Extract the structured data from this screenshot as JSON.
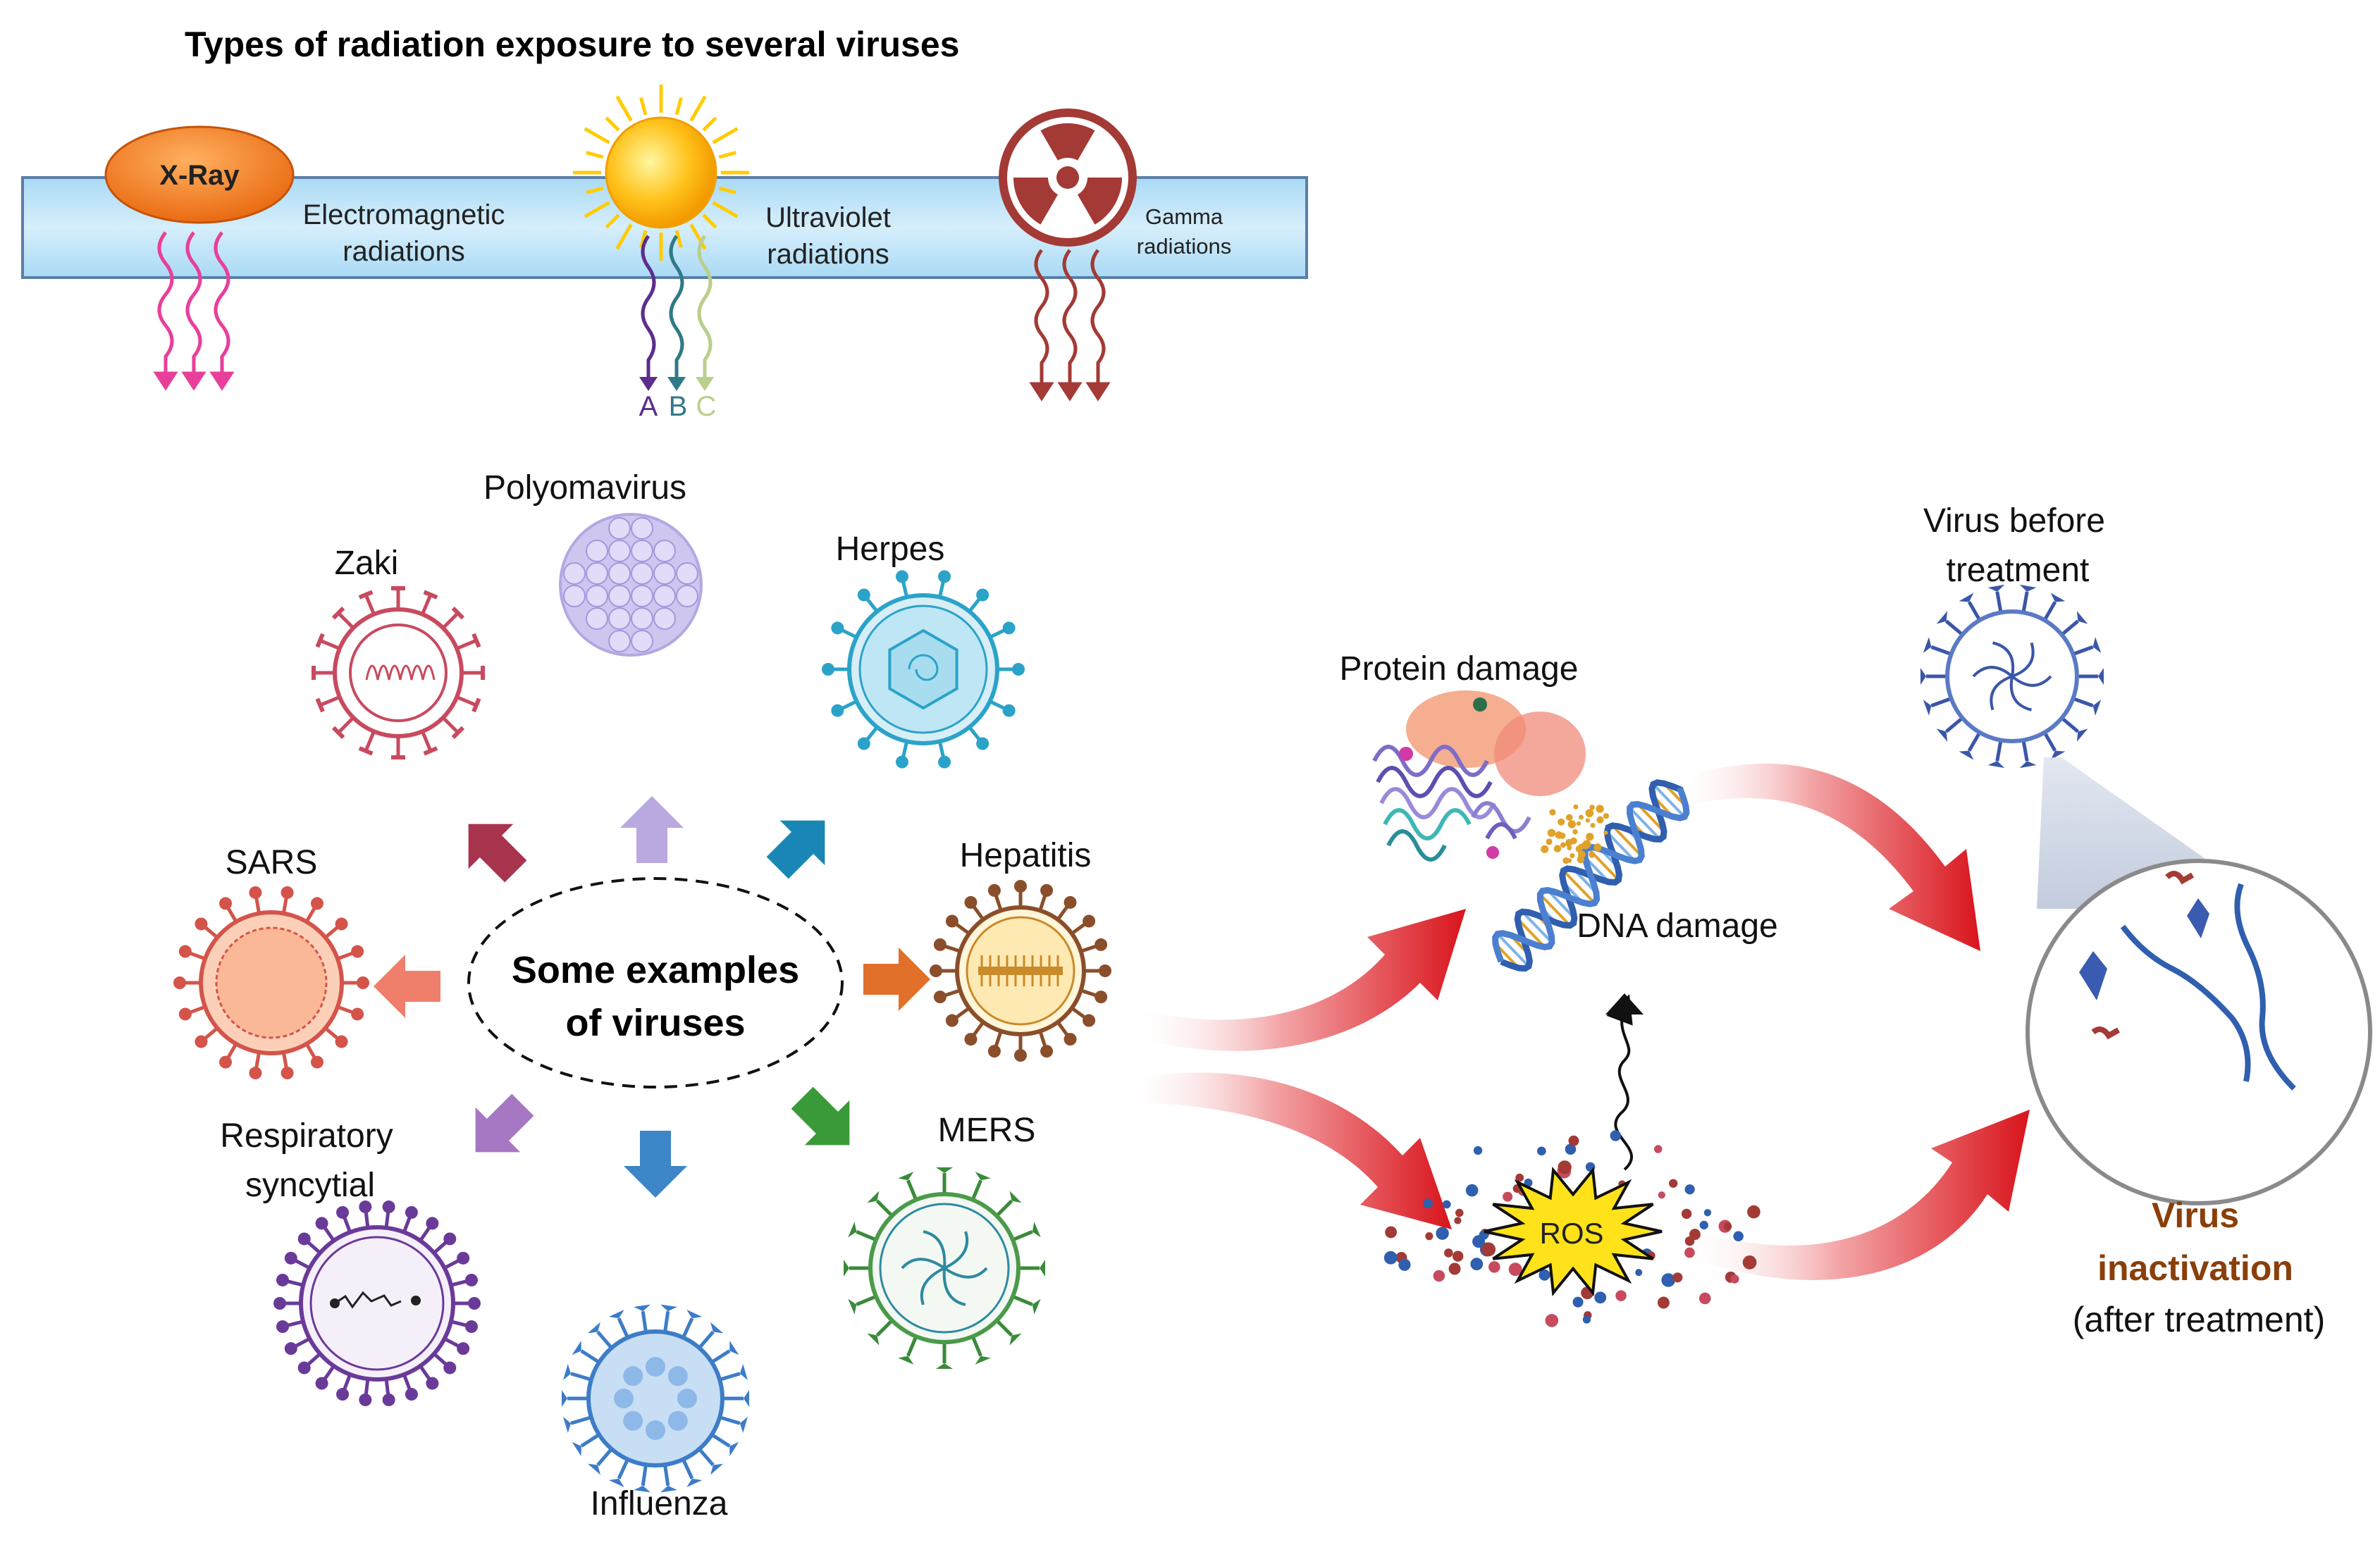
{
  "title": "Types of radiation exposure to several viruses",
  "radiation": {
    "xray": "X-Ray",
    "em_line1": "Electromagnetic",
    "em_line2": "radiations",
    "uv_line1": "Ultraviolet",
    "uv_line2": "radiations",
    "uv_letters": [
      "A",
      "B",
      "C"
    ],
    "gamma_line1": "Gamma",
    "gamma_line2": "radiations"
  },
  "center": {
    "line1": "Some examples",
    "line2": "of viruses"
  },
  "viruses": {
    "polyomavirus": "Polyomavirus",
    "zaki": "Zaki",
    "herpes": "Herpes",
    "sars": "SARS",
    "hepatitis": "Hepatitis",
    "rsv_line1": "Respiratory",
    "rsv_line2": "syncytial",
    "mers": "MERS",
    "influenza": "Influenza"
  },
  "effects": {
    "protein": "Protein damage",
    "dna": "DNA damage",
    "ros": "ROS"
  },
  "outcome": {
    "before_line1": "Virus before",
    "before_line2": "treatment",
    "inact_line1": "Virus",
    "inact_line2": "inactivation",
    "after": "(after treatment)"
  },
  "colors": {
    "bar": "#bfe4f8",
    "xray": "#f07a1a",
    "sun": "#ffd21a",
    "gamma": "#a33a35",
    "red_arrow": "#e0232a",
    "inactivation_text": "#8a3f0a"
  },
  "icons": [
    "xray-ellipse",
    "sun-icon",
    "radiation-hazard-icon",
    "virus-icon",
    "dna-helix-icon",
    "protein-structure-icon",
    "ros-burst-icon"
  ]
}
